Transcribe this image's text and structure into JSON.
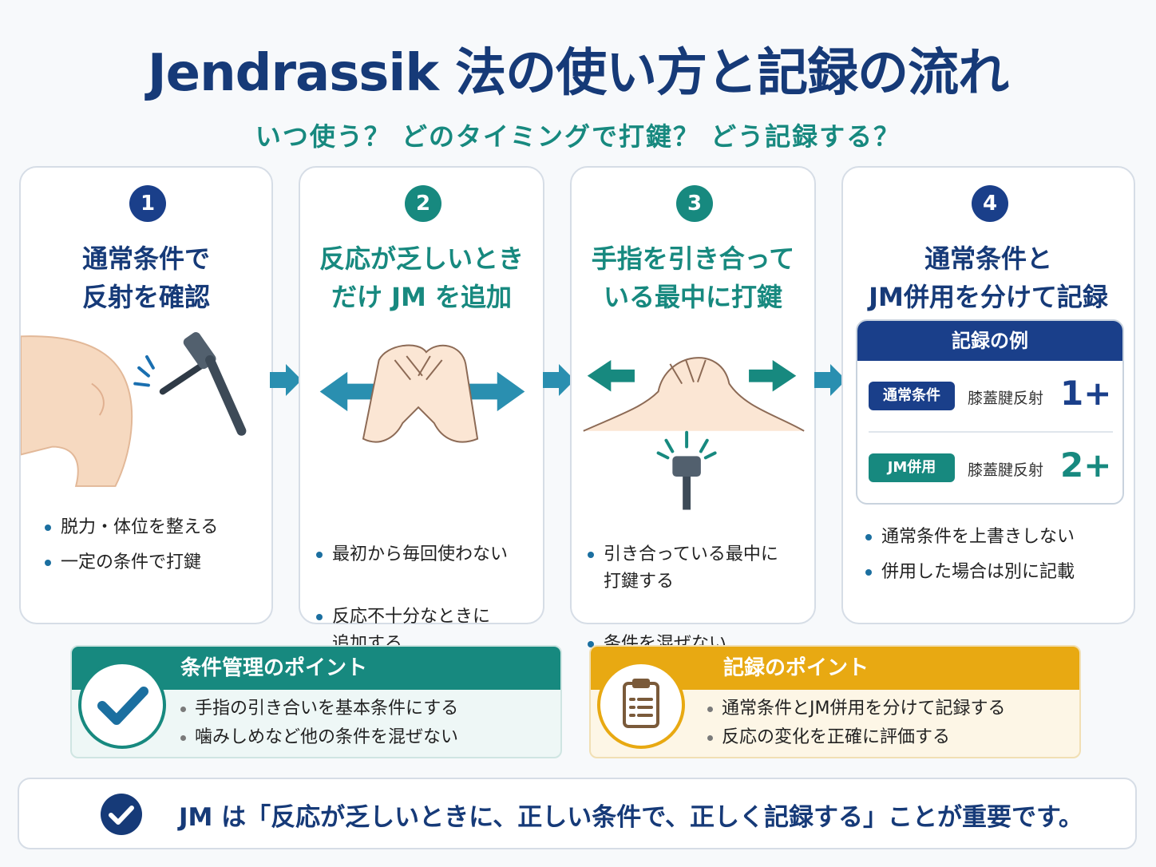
{
  "header": {
    "title": "Jendrassik 法の使い方と記録の流れ",
    "subtitle": "いつ使う？ どのタイミングで打鍵？ どう記録する？"
  },
  "colors": {
    "navy": "#163a78",
    "teal": "#17897f",
    "gold": "#e8a912",
    "arrow": "#2a8fb0"
  },
  "steps": [
    {
      "number": "1",
      "title_lines": [
        "通常条件で",
        "反射を確認"
      ],
      "bullets": [
        "脱力・体位を整える",
        "一定の条件で打鍵"
      ]
    },
    {
      "number": "2",
      "title_lines": [
        "反応が乏しいとき",
        "だけ JM を追加"
      ],
      "bullets": [
        "最初から毎回使わない",
        "反応不十分なときに\n追加する"
      ]
    },
    {
      "number": "3",
      "title_lines": [
        "手指を引き合って",
        "いる最中に打鍵"
      ],
      "bullets": [
        "引き合っている最中に\n打鍵する",
        "条件を混ぜない"
      ]
    },
    {
      "number": "4",
      "title_lines": [
        "通常条件と",
        "JM併用を分けて記録"
      ],
      "bullets": [
        "通常条件を上書きしない",
        "併用した場合は別に記載"
      ]
    }
  ],
  "record_example": {
    "heading": "記録の例",
    "rows": [
      {
        "badge": "通常条件",
        "label": "膝蓋腱反射",
        "value": "1+"
      },
      {
        "badge": "JM併用",
        "label": "膝蓋腱反射",
        "value": "2+"
      }
    ]
  },
  "points": {
    "condition": {
      "heading": "条件管理のポイント",
      "bullets": [
        "手指の引き合いを基本条件にする",
        "噛みしめなど他の条件を混ぜない"
      ]
    },
    "record": {
      "heading": "記録のポイント",
      "bullets": [
        "通常条件とJM併用を分けて記録する",
        "反応の変化を正確に評価する"
      ]
    }
  },
  "summary": {
    "text": "JM は「反応が乏しいときに、正しい条件で、正しく記録する」ことが重要です。"
  },
  "icons": [
    "reflex-hammer-icon",
    "check-icon",
    "clipboard-icon",
    "arrow-right-icon"
  ]
}
